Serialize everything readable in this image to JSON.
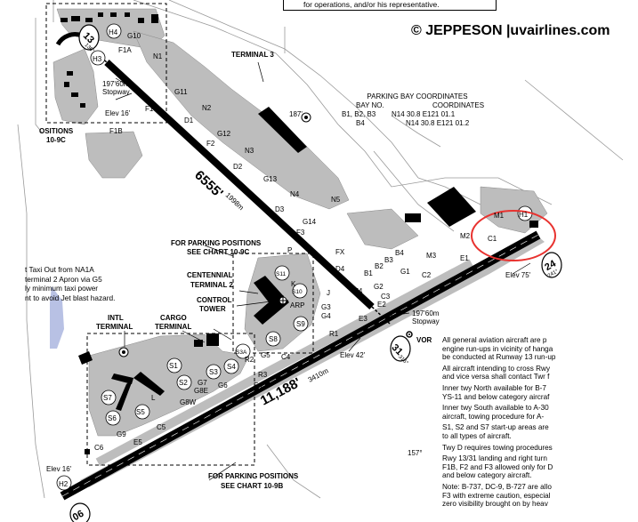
{
  "top_note": "for operations, and/or his representative.",
  "copyright": "© JEPPESON |uvairlines.com",
  "parking_table": {
    "title": "PARKING BAY COORDINATES",
    "col_bay": "BAY NO.",
    "col_coords": "COORDINATES",
    "rows": [
      {
        "bay": "B1, B2, B3",
        "coords": "N14 30.8 E121 01.1"
      },
      {
        "bay": "B4",
        "coords": "N14 30.8 E121 01.2"
      }
    ]
  },
  "runway_13_31": {
    "length": "6555'",
    "length_m": "1998m",
    "end_13": "13",
    "end_13_sub": "136°",
    "end_31": "31",
    "end_31_sub": "316°",
    "elev_13": "Elev 16'",
    "elev_31": "Elev 42'",
    "stopway_13": "197'60m\nStopway",
    "stopway_31": "197'60m\nStopway"
  },
  "runway_06_24": {
    "length": "11,188'",
    "length_m": "3410m",
    "end_24": "24",
    "end_24_sub": "241°",
    "end_06": "06",
    "elev_24": "Elev 75'",
    "elev_06": "Elev 16'"
  },
  "labels": {
    "terminal3": "TERMINAL 3",
    "centennial": "CENTENNIAL\nTERMINAL 2",
    "control_tower": "CONTROL\nTOWER",
    "intl_terminal": "INTL\nTERMINAL",
    "cargo_terminal": "CARGO\nTERMINAL",
    "arp": "ARP",
    "vor": "VOR",
    "parking_positions_c": "FOR PARKING POSITIONS\nSEE CHART 10-9C",
    "parking_positions_b": "FOR PARKING POSITIONS\nSEE CHART 10-9B",
    "positions_left": "OSITIONS\n10-9C",
    "elev_187": "187'",
    "heading_157": "157°"
  },
  "left_note": [
    "t Taxi Out from NA1A",
    "terminal 2 Apron via G5",
    "ly minimum taxi power",
    "nt to avoid Jet blast hazard."
  ],
  "taxiway_labels": [
    "G10",
    "N1",
    "F1A",
    "G11",
    "F1",
    "N2",
    "D1",
    "F1B",
    "G12",
    "F2",
    "N3",
    "D2",
    "G13",
    "N4",
    "D3",
    "N5",
    "G14",
    "F3",
    "FX",
    "D4",
    "B4",
    "B3",
    "B2",
    "B1",
    "M3",
    "G1",
    "C2",
    "E1",
    "M2",
    "C1",
    "M1",
    "F4",
    "G2",
    "J",
    "C3",
    "E2",
    "G3",
    "G4",
    "R1",
    "E3",
    "K",
    "P",
    "C4",
    "R2",
    "G5",
    "R3",
    "E4",
    "G6",
    "G7",
    "G8E",
    "G8W",
    "L",
    "C5",
    "G9",
    "E5",
    "C6",
    "H1",
    "H2",
    "H3",
    "H4"
  ],
  "stands": [
    "S1",
    "S2",
    "S3",
    "S3A",
    "S4",
    "S5",
    "S6",
    "S7",
    "S8",
    "S9",
    "S10",
    "S11"
  ],
  "notes": [
    "All general aviation aircraft are p",
    "engine run-ups in vicinity of hanga",
    "be conducted at Runway 13 run-up",
    "All aircraft intending to cross Rwy",
    "and vice versa shall contact Twr f",
    "Inner twy North available for B-7",
    "YS-11 and below category aircraf",
    "Inner twy South available to A-30",
    "aircraft, towing procedure for A-",
    "S1, S2 and  S7 start-up areas are",
    "to all types of aircraft.",
    "Twy D requires towing procedures",
    "Rwy 13/31 landing and right turn",
    "F1B, F2 and F3 allowed only for D",
    "and below category aircraft.",
    "Note: B-737, DC-9, B-727 are allo",
    "F3 with extreme caution, especial",
    "zero visibility brought on by heav"
  ],
  "colors": {
    "apron": "#bdbdbd",
    "runway": "#000000",
    "highlight": "#e8322f",
    "water": "#9aa6d8"
  }
}
